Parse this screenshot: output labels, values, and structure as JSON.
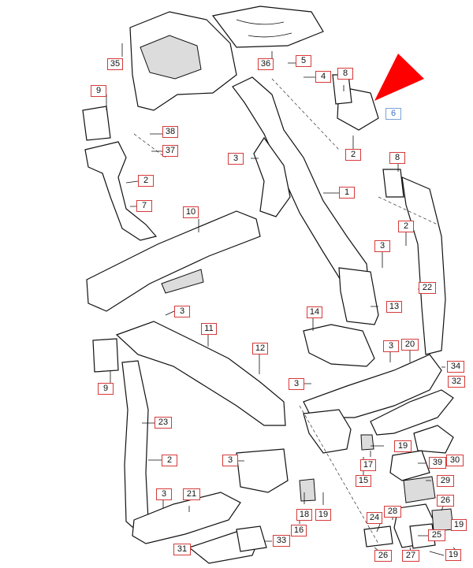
{
  "diagram": {
    "highlight_color": "#ff0000",
    "callout_border_color": "#d63a3a",
    "highlighted_callout_color": "#3b73c2",
    "callouts": [
      {
        "id": "c35",
        "text": "35"
      },
      {
        "id": "c36",
        "text": "36"
      },
      {
        "id": "c5",
        "text": "5"
      },
      {
        "id": "c4",
        "text": "4"
      },
      {
        "id": "c8a",
        "text": "8"
      },
      {
        "id": "c6",
        "text": "6"
      },
      {
        "id": "c9a",
        "text": "9"
      },
      {
        "id": "c38",
        "text": "38"
      },
      {
        "id": "c37",
        "text": "37"
      },
      {
        "id": "c3a",
        "text": "3"
      },
      {
        "id": "c2a",
        "text": "2"
      },
      {
        "id": "c2b",
        "text": "2"
      },
      {
        "id": "c7",
        "text": "7"
      },
      {
        "id": "c1",
        "text": "1"
      },
      {
        "id": "c8b",
        "text": "8"
      },
      {
        "id": "c10",
        "text": "10"
      },
      {
        "id": "c2c",
        "text": "2"
      },
      {
        "id": "c3b",
        "text": "3"
      },
      {
        "id": "c22",
        "text": "22"
      },
      {
        "id": "c13",
        "text": "13"
      },
      {
        "id": "c3c",
        "text": "3"
      },
      {
        "id": "c14",
        "text": "14"
      },
      {
        "id": "c11",
        "text": "11"
      },
      {
        "id": "c12",
        "text": "12"
      },
      {
        "id": "c3d",
        "text": "3"
      },
      {
        "id": "c20",
        "text": "20"
      },
      {
        "id": "c9b",
        "text": "9"
      },
      {
        "id": "c3e",
        "text": "3"
      },
      {
        "id": "c34",
        "text": "34"
      },
      {
        "id": "c32",
        "text": "32"
      },
      {
        "id": "c23",
        "text": "23"
      },
      {
        "id": "c19a",
        "text": "19"
      },
      {
        "id": "c2d",
        "text": "2"
      },
      {
        "id": "c3f",
        "text": "3"
      },
      {
        "id": "c17",
        "text": "17"
      },
      {
        "id": "c39",
        "text": "39"
      },
      {
        "id": "c30",
        "text": "30"
      },
      {
        "id": "c15",
        "text": "15"
      },
      {
        "id": "c29",
        "text": "29"
      },
      {
        "id": "c3g",
        "text": "3"
      },
      {
        "id": "c21",
        "text": "21"
      },
      {
        "id": "c18",
        "text": "18"
      },
      {
        "id": "c19b",
        "text": "19"
      },
      {
        "id": "c16",
        "text": "16"
      },
      {
        "id": "c28",
        "text": "28"
      },
      {
        "id": "c26a",
        "text": "26"
      },
      {
        "id": "c24",
        "text": "24"
      },
      {
        "id": "c19c",
        "text": "19"
      },
      {
        "id": "c31",
        "text": "31"
      },
      {
        "id": "c33",
        "text": "33"
      },
      {
        "id": "c25",
        "text": "25"
      },
      {
        "id": "c26b",
        "text": "26"
      },
      {
        "id": "c27",
        "text": "27"
      },
      {
        "id": "c19d",
        "text": "19"
      }
    ]
  }
}
